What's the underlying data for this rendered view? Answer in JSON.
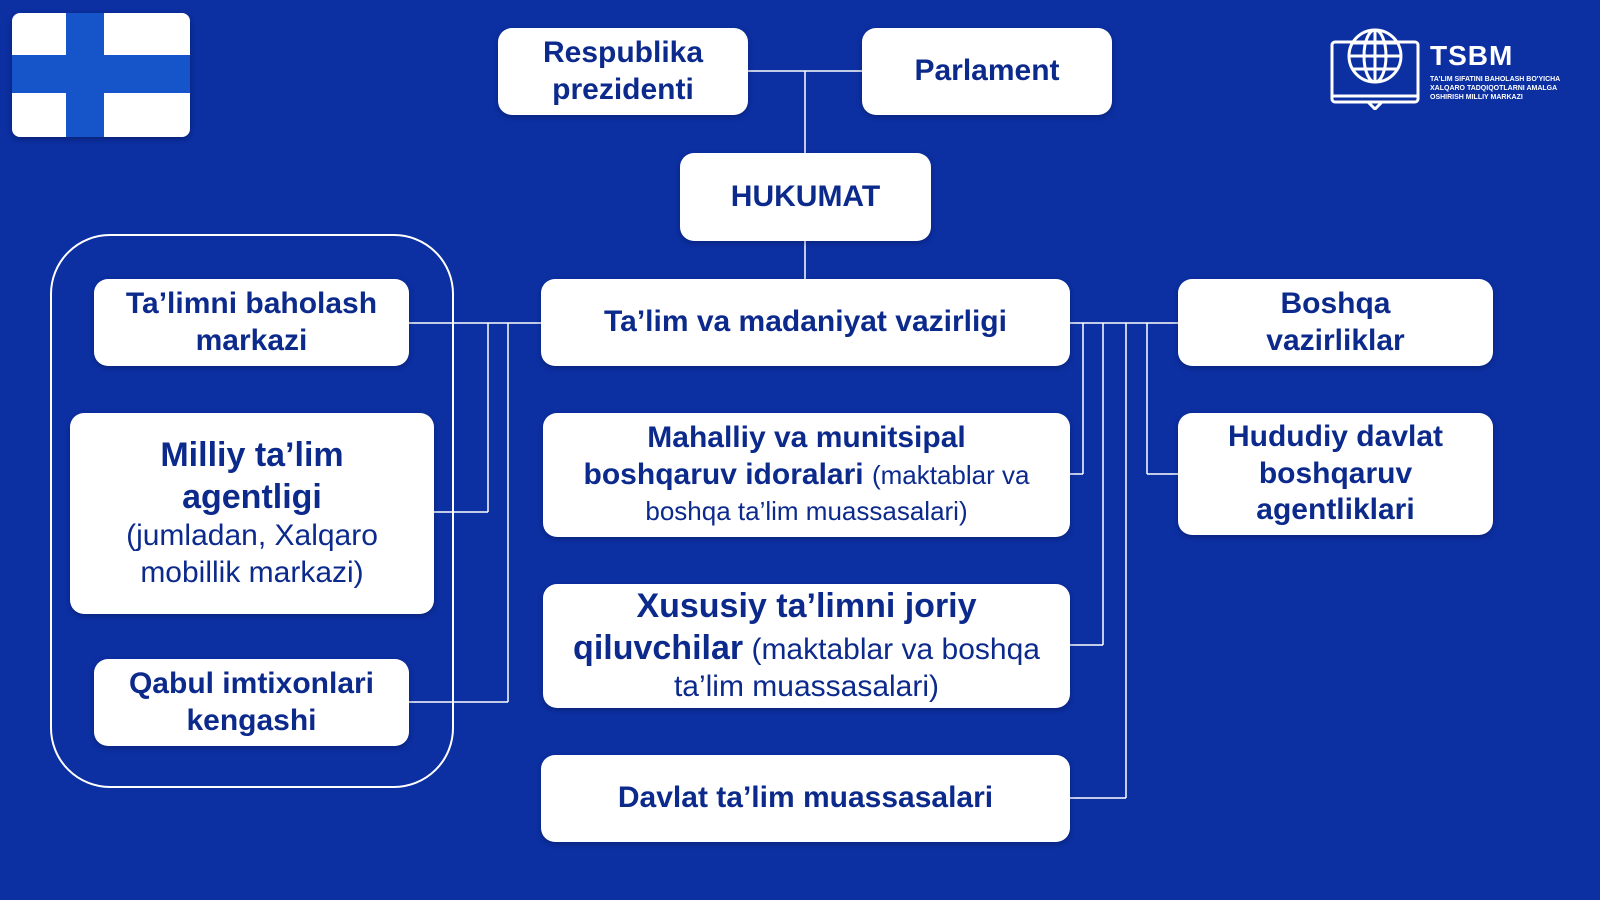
{
  "header": {
    "logo_name": "TSBM",
    "logo_subtitle": "TA'LIM SIFATINI BAHOLASH BO'YICHA XALQARO TADQIQOTLARNI AMALGA OSHIRISH MILLIY MARKAZI",
    "flag_icon": "finland-flag-icon",
    "colors": {
      "background": "#0c2fa2",
      "box": "#ffffff",
      "text": "#0c2a8c",
      "flag_blue": "#1655c9"
    }
  },
  "top": {
    "president": "Respublika prezidenti",
    "parliament": "Parlament",
    "government": "HUKUMAT"
  },
  "ministry": "Ta’lim va madaniyat vazirligi",
  "left_group": {
    "assessment_center": "Ta’limni baholash markazi",
    "national_agency_title": "Milliy ta’lim agentligi",
    "national_agency_note": "(jumladan, Xalqaro mobillik markazi)",
    "admission_board": "Qabul imtixonlari kengashi"
  },
  "center_column": {
    "local_bodies_title": "Mahalliy va munitsipal boshqaruv idoralari",
    "local_bodies_note": "(maktablar va boshqa ta’lim muassasalari)",
    "private_providers_title": "Xususiy ta’limni joriy qiluvchilar",
    "private_providers_note": "(maktablar va boshqa ta’lim muassasalari)",
    "state_institutions": "Davlat ta’lim muassasalari"
  },
  "right_column": {
    "other_ministries": "Boshqa vazirliklar",
    "regional_agencies": "Hududiy davlat boshqaruv agentliklari"
  }
}
